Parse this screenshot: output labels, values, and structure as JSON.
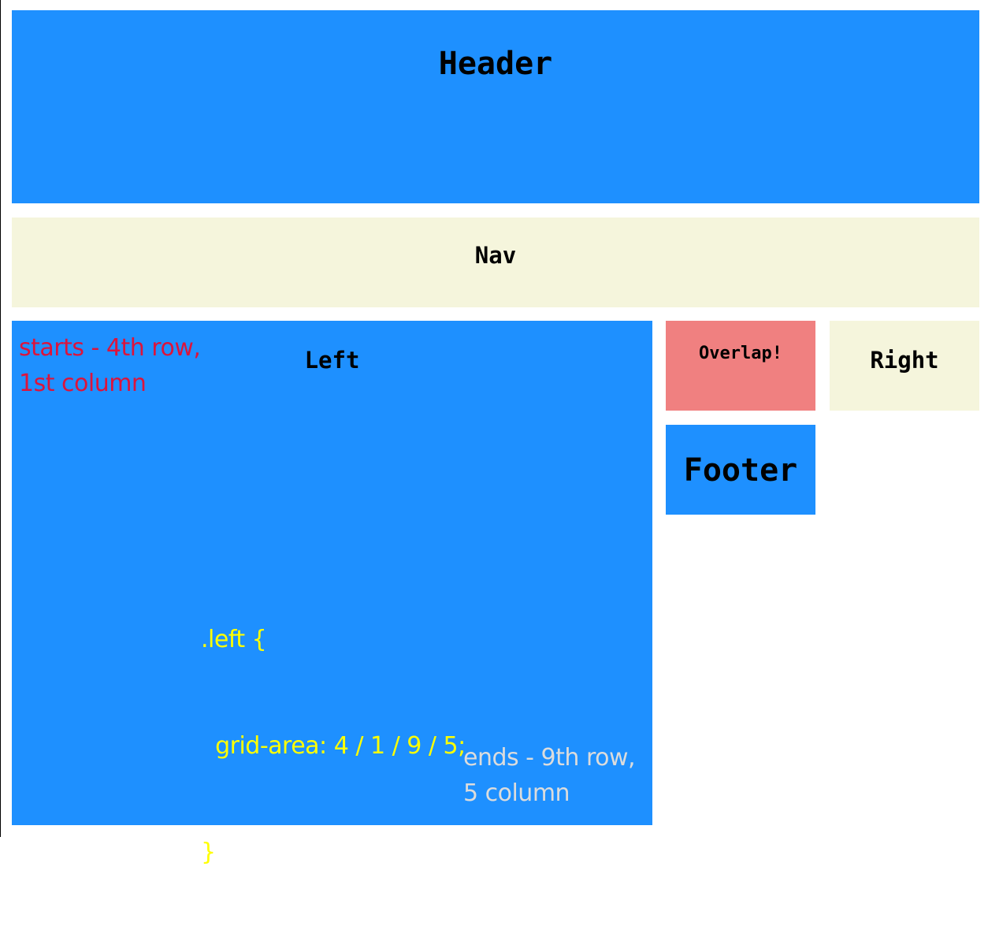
{
  "colors": {
    "blue": "#1e90ff",
    "beige": "#f5f5dc",
    "light_coral": "#f08080",
    "crimson_note": "#dc143c",
    "yellow_code": "#ffff00",
    "gray_note": "#dcdcdc"
  },
  "header": {
    "label": "Header"
  },
  "nav": {
    "label": "Nav"
  },
  "left": {
    "label": "Left",
    "starts_note": [
      "starts - 4th row,",
      "1st column"
    ],
    "code": [
      ".left {",
      "  grid-area: 4 / 1 / 9 / 5;",
      "}"
    ],
    "ends_note": [
      "ends - 9th row,",
      "5 column"
    ]
  },
  "overlap": {
    "label": "Overlap!"
  },
  "right": {
    "label": "Right"
  },
  "footer": {
    "label": "Footer"
  }
}
